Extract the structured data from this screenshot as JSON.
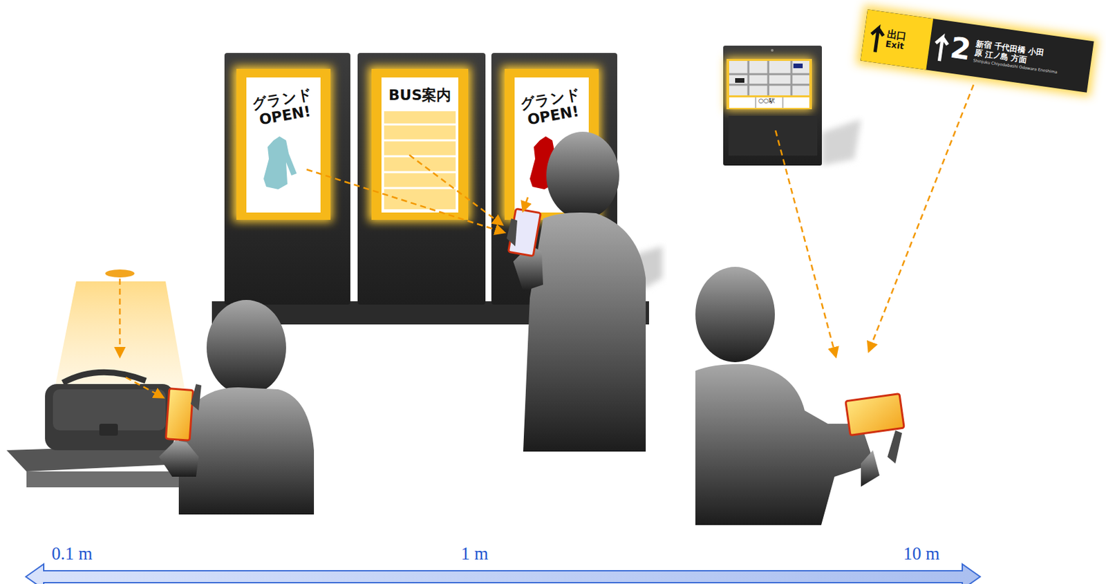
{
  "diagram": {
    "nodes": [
      {
        "text": [
          "グランド OPEN!"
        ]
      },
      {
        "text": [
          "BUS案内"
        ]
      },
      {
        "text": [
          "グランド OPEN!"
        ]
      },
      {
        "text": [
          "出口",
          "Exit"
        ]
      },
      {
        "text": [
          "2",
          "新宿 千代田橋 小田原 江ノ島 方面",
          "Shinjuku Chiyodabashi Odawara Enoshima"
        ]
      }
    ],
    "labels": [
      "○○駅",
      "0.1 m",
      "1 m",
      "10 m"
    ]
  }
}
